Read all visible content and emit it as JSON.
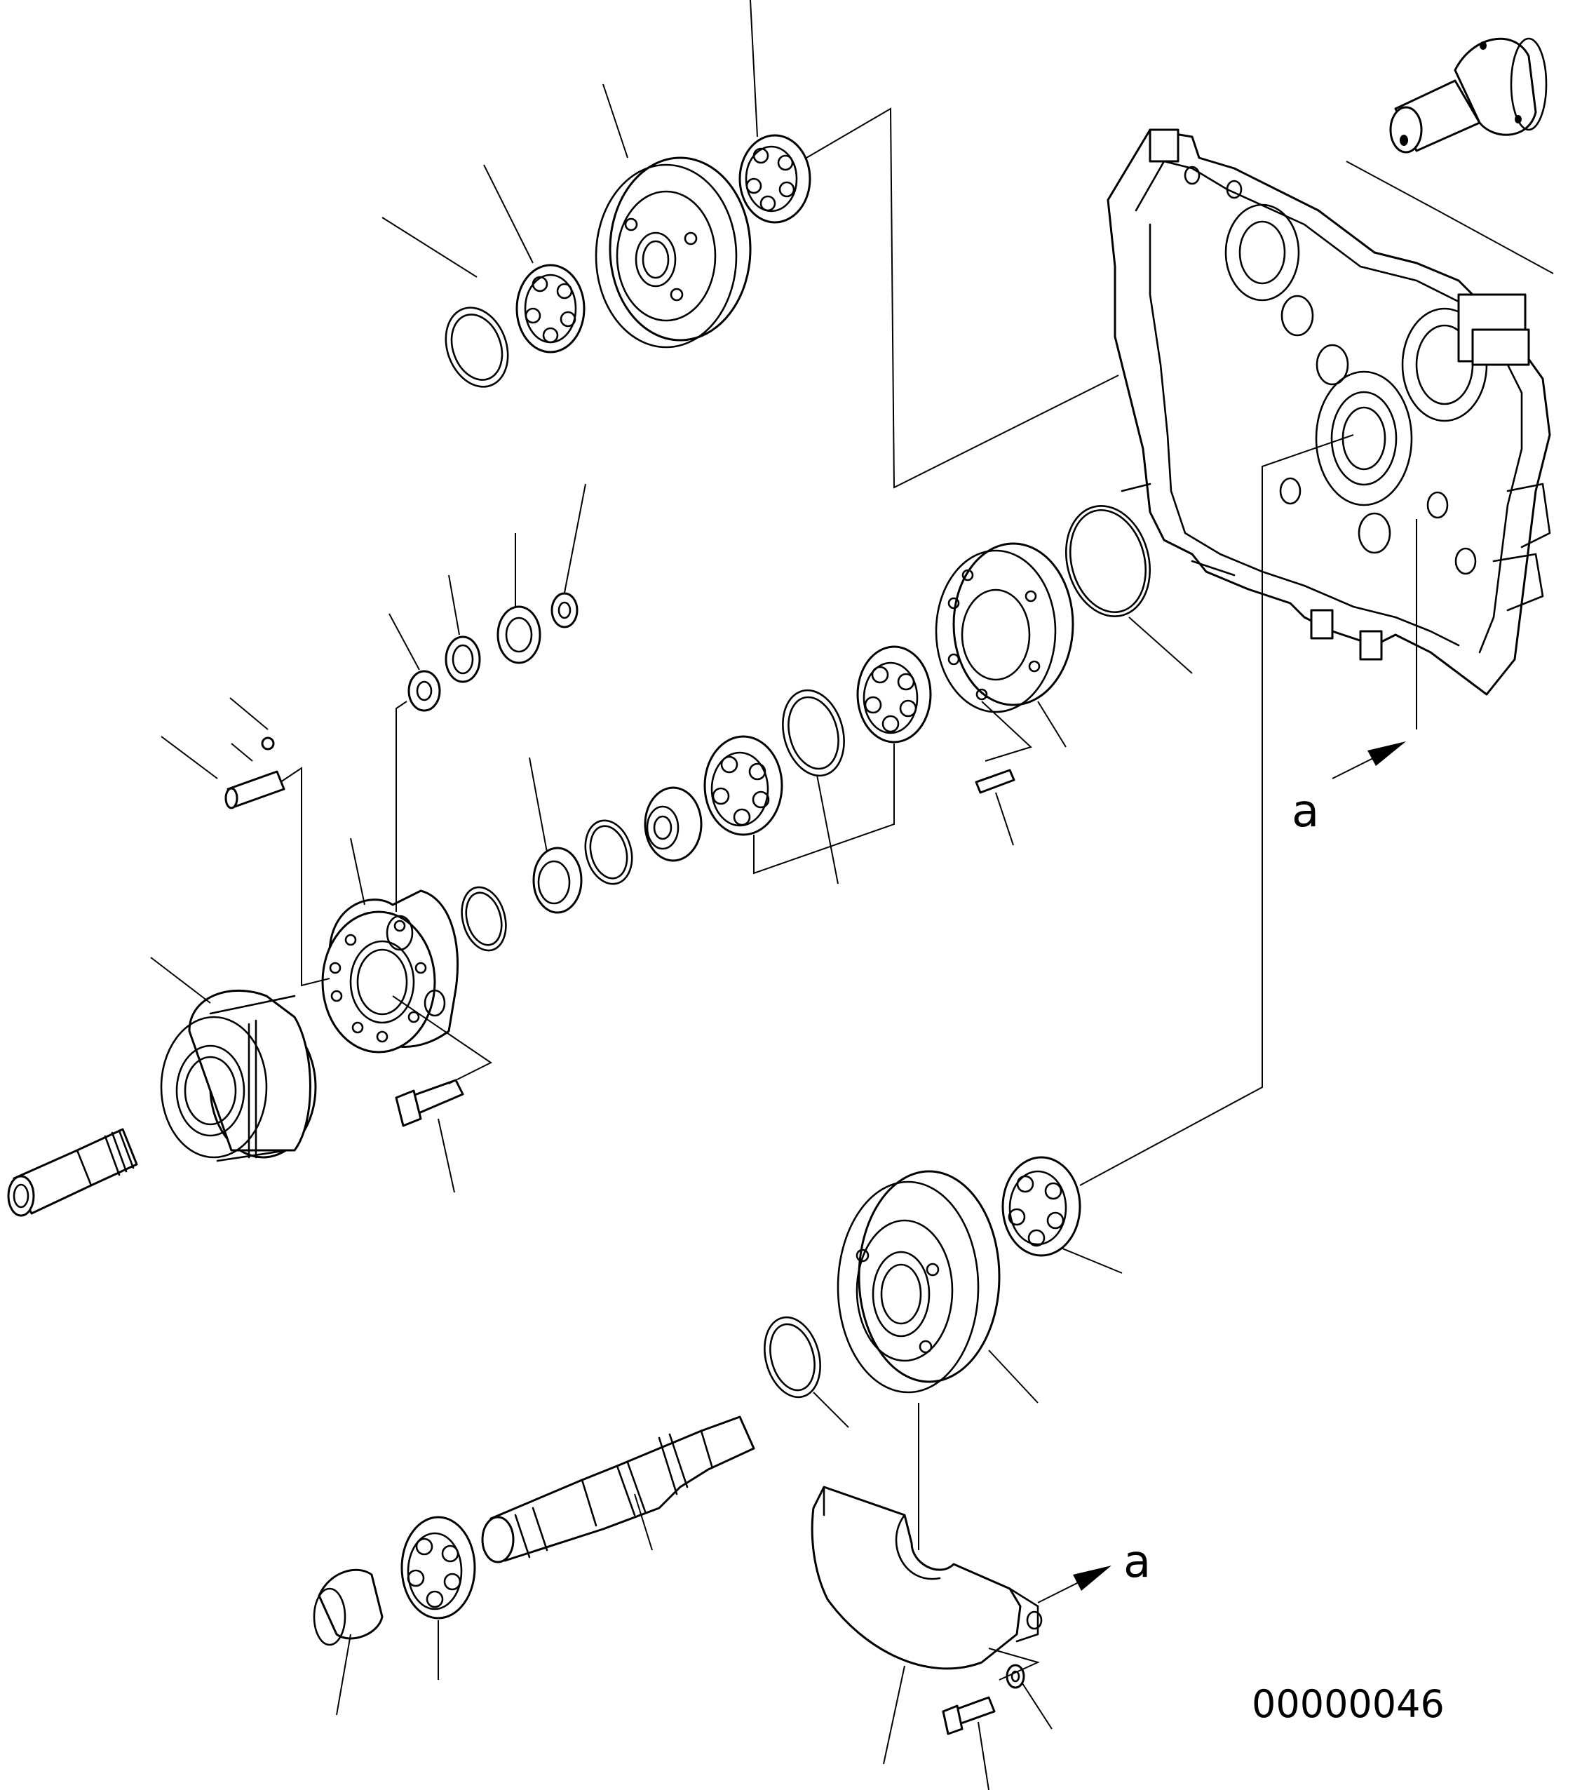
{
  "figure": {
    "drawing_number": "00000046",
    "section_markers": [
      "a",
      "a"
    ],
    "line_color": "#000000",
    "background_color": "#ffffff"
  }
}
